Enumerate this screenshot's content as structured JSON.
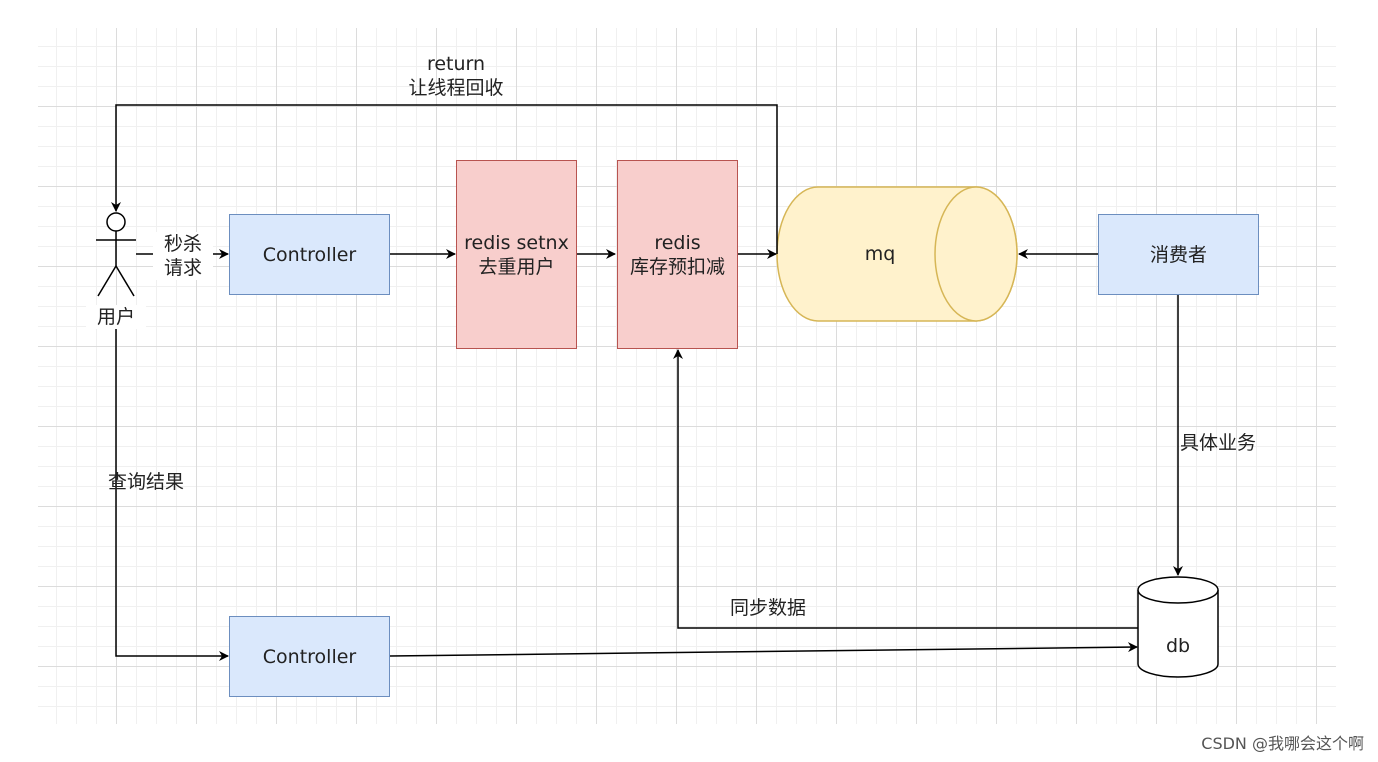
{
  "nodes": {
    "user": "用户",
    "controller_top": "Controller",
    "redis_setnx": "redis setnx\n去重用户",
    "redis_stock": "redis\n库存预扣减",
    "mq": "mq",
    "consumer": "消费者",
    "db": "db",
    "controller_bottom": "Controller"
  },
  "edge_labels": {
    "seckill": "秒杀\n请求",
    "return": "return\n让线程回收",
    "query": "查询结果",
    "business": "具体业务",
    "sync": "同步数据"
  },
  "watermark": "CSDN @我哪会这个啊",
  "colors": {
    "blue_fill": "#dae8fc",
    "blue_stroke": "#6c8ebf",
    "red_fill": "#f8cecc",
    "red_stroke": "#b85450",
    "yellow_fill": "#fff2cc",
    "yellow_stroke": "#d6b656"
  }
}
